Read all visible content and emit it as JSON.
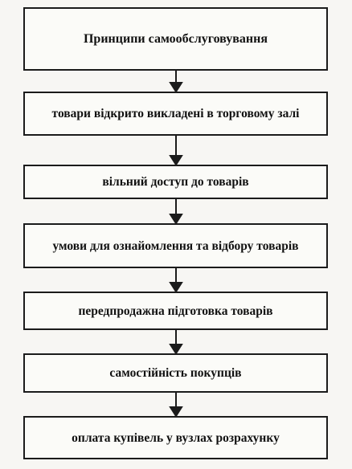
{
  "diagram": {
    "title": "Принципи самообслуговування",
    "steps": [
      "товари відкрито викладені в торговому залі",
      "вільний доступ до товарів",
      "умови для ознайомлення та відбору товарів",
      "передпродажна підготовка товарів",
      "самостійність покупців",
      "оплата купівель у вузлах розрахунку"
    ]
  }
}
